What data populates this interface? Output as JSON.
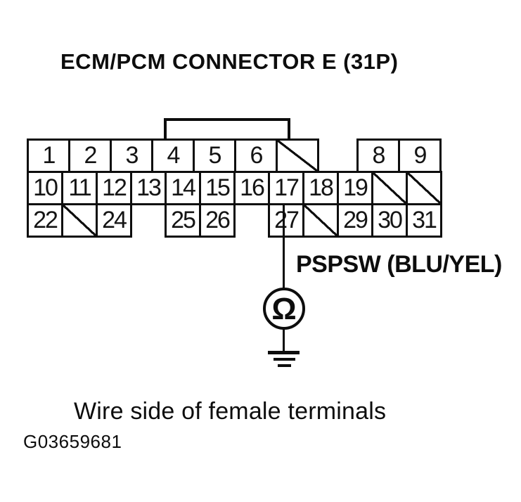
{
  "title": "ECM/PCM CONNECTOR E (31P)",
  "connector": {
    "name": "ECM/PCM Connector E",
    "pin_count_label": "31P",
    "blank_marker": "diagonal-slash",
    "rows": [
      {
        "groups": [
          [
            "1",
            "2",
            "3",
            "4",
            "5",
            "6",
            "/"
          ],
          [
            "8",
            "9"
          ]
        ]
      },
      {
        "groups": [
          [
            "10",
            "11",
            "12",
            "13",
            "14",
            "15",
            "16",
            "17",
            "18",
            "19",
            "/",
            "/"
          ]
        ]
      },
      {
        "groups": [
          [
            "22",
            "/",
            "24"
          ],
          [
            "25",
            "26"
          ],
          [
            "27",
            "/",
            "29",
            "30",
            "31"
          ]
        ]
      }
    ]
  },
  "wire": {
    "from_pin": "27",
    "label": "PSPSW (BLU/YEL)"
  },
  "meter": {
    "symbol": "Ω",
    "name": "ohmmeter"
  },
  "caption": "Wire side of female terminals",
  "figure_id": "G03659681",
  "colors": {
    "ink": "#0d0d0d",
    "background": "#ffffff"
  }
}
